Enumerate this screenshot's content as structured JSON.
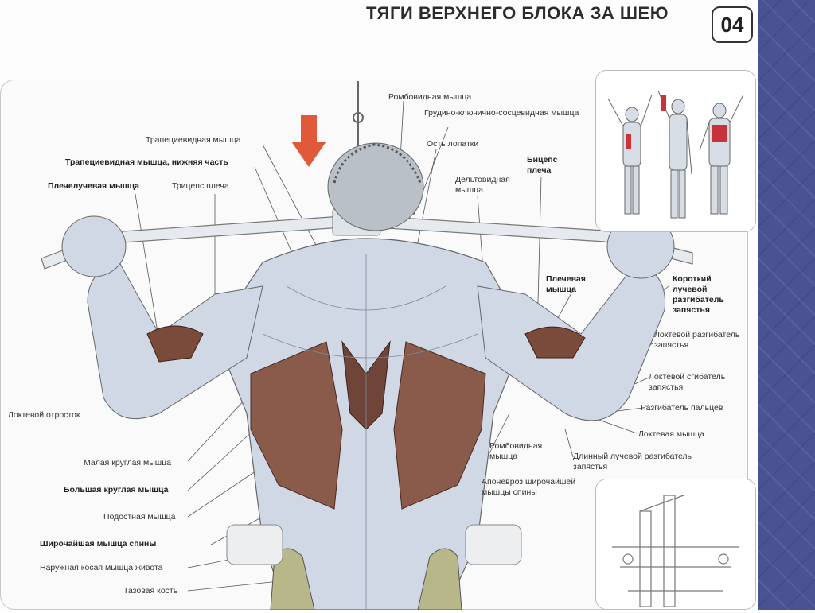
{
  "title": "ТЯГИ ВЕРХНЕГО БЛОКА ЗА ШЕЮ",
  "number": "04",
  "colors": {
    "strip": "#4a5293",
    "arrow": "#e05a3a",
    "muscle_red": "#8a5a4a",
    "muscle_blue": "#cfd8e4"
  },
  "labels": {
    "ROMB_TOP": "Ромбовидная мышца",
    "STERNO": "Грудино-ключично-сосцевидная мышца",
    "TRAP": "Трапециевидная мышца",
    "SPINE": "Ость лопатки",
    "TRAP_LOW": "Трапециевидная мышца, нижняя часть",
    "BICEPS": "Бицепс плеча",
    "DELT": "Дельтовидная мышца",
    "BRACHIORAD": "Плечелучевая мышца",
    "TRICEPS": "Трицепс плеча",
    "BRACHIAL": "Плечевая мышца",
    "SHORT_RAD": "Короткий лучевой разгибатель запястья",
    "ULNAR_EXT": "Локтевой разгибатель запястья",
    "ULNAR_FLEX": "Локтевой сгибатель запястья",
    "FINGER_EXT": "Разгибатель пальцев",
    "OLECRANON": "Локтевой отросток",
    "ANCONEUS": "Локтевая мышца",
    "ROMB": "Ромбовидная мышца",
    "LONG_RAD": "Длинный лучевой разгибатель запястья",
    "TERES_MIN": "Малая круглая мышца",
    "TERES_MAJ": "Большая круглая мышца",
    "APONEUROSIS": "Апоневроз широчайшей мышцы спины",
    "INFRASPIN": "Подостная мышца",
    "LAT": "Широчайшая мышца спины",
    "OBLIQUE": "Наружная косая мышца живота",
    "PELVIS": "Тазовая кость"
  }
}
